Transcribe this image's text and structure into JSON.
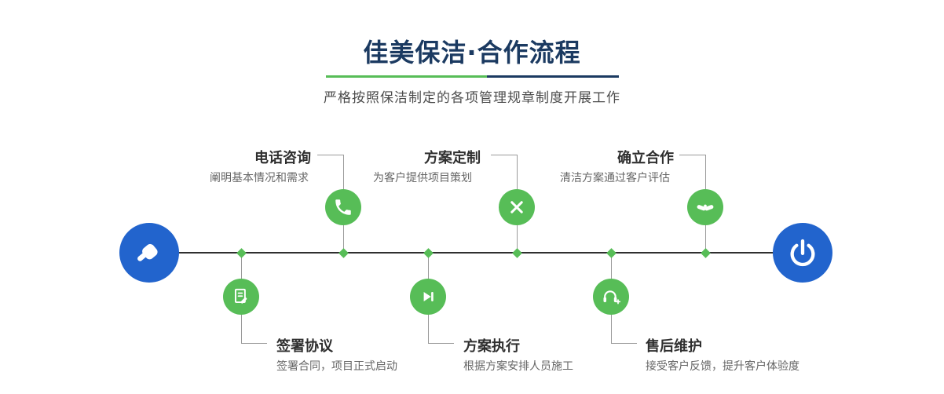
{
  "header": {
    "title": "佳美保洁·合作流程",
    "subtitle": "严格按照保洁制定的各项管理规章制度开展工作"
  },
  "colors": {
    "accent_blue": "#2264cd",
    "accent_green": "#57bd57",
    "title_navy": "#1b3a61",
    "timeline_line": "#2f2f2f",
    "connector_gray": "#9a9a9a"
  },
  "timeline": {
    "start": {
      "icon": "hand-pointer-icon"
    },
    "end": {
      "icon": "power-icon"
    },
    "steps_top": [
      {
        "title": "电话咨询",
        "desc": "阐明基本情况和需求",
        "icon": "phone-icon"
      },
      {
        "title": "方案定制",
        "desc": "为客户提供项目策划",
        "icon": "design-tools-icon"
      },
      {
        "title": "确立合作",
        "desc": "清洁方案通过客户评估",
        "icon": "handshake-icon"
      }
    ],
    "steps_bottom": [
      {
        "title": "签署协议",
        "desc": "签署合同，项目正式启动",
        "icon": "contract-sign-icon"
      },
      {
        "title": "方案执行",
        "desc": "根据方案安排人员施工",
        "icon": "play-next-icon"
      },
      {
        "title": "售后维护",
        "desc": "接受客户反馈，提升客户体验度",
        "icon": "headset-plus-icon"
      }
    ]
  }
}
